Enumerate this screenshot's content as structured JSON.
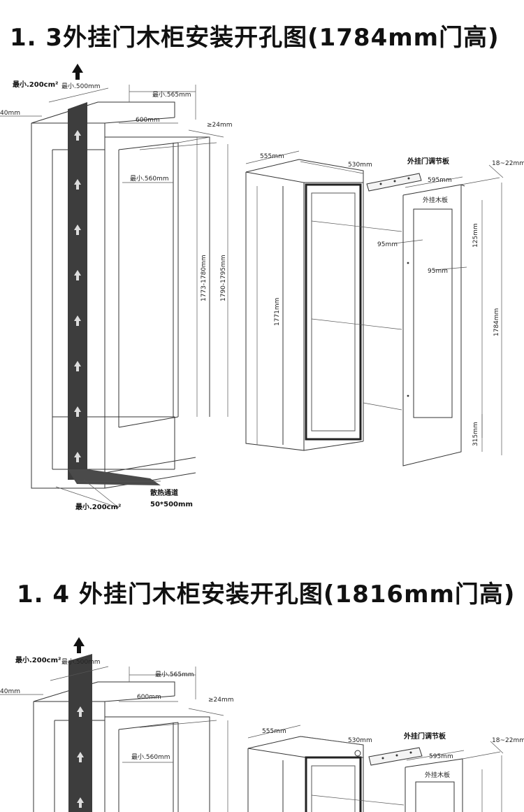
{
  "section1": {
    "title": "1. 3外挂门木柜安装开孔图(1784mm门高)",
    "labels": {
      "min_area_top": "最小.200cm²",
      "min_500": "最小.500mm",
      "min_565": "最小.565mm",
      "d40": "40mm",
      "w600": "600mm",
      "ge24": "≥24mm",
      "min_560": "最小.560mm",
      "h1773": "1773-1780mm",
      "h1790": "1790-1795mm",
      "min_area_bottom": "最小.200cm²",
      "vent_channel": "散热通道",
      "vent_size": "50*500mm",
      "d555": "555mm",
      "d530": "530mm",
      "adjust_plate": "外挂门调节板",
      "gap": "18~22mm",
      "d595": "595mm",
      "wood_panel": "外挂木板",
      "d95a": "95mm",
      "d95b": "95mm",
      "d125": "125mm",
      "h1771": "1771mm",
      "h1784": "1784mm",
      "d315": "315mm"
    }
  },
  "section2": {
    "title": "1. 4 外挂门木柜安装开孔图(1816mm门高)",
    "labels": {
      "min_area_top": "最小.200cm²",
      "min_500": "最小.500mm",
      "min_565": "最小.565mm",
      "d40": "40mm",
      "w600": "600mm",
      "ge24": "≥24mm",
      "min_560": "最小.560mm",
      "d555": "555mm",
      "d530": "530mm",
      "adjust_plate": "外挂门调节板",
      "gap": "18~22mm",
      "d595": "595mm",
      "wood_panel": "外挂木板"
    }
  }
}
